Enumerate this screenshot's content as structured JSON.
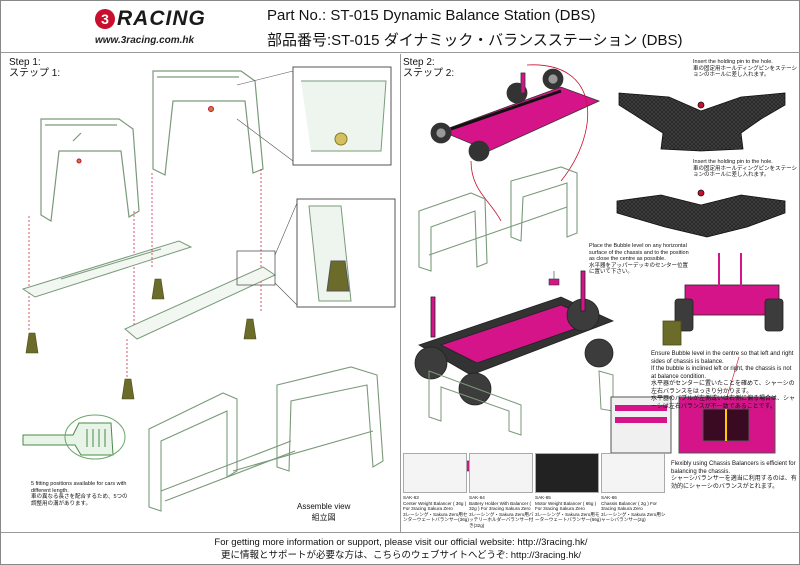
{
  "brand": {
    "name": "RACING",
    "badge": "3",
    "url": "www.3racing.com.hk"
  },
  "title": {
    "en": "Part No.: ST-015 Dynamic Balance Station (DBS)",
    "jp": "部品番号:ST-015 ダイナミック・バランスステーション (DBS)"
  },
  "step1": {
    "label_en": "Step 1:",
    "label_jp": "ステップ 1:",
    "fitting_note": "5 fitting positions available for cars with different length.",
    "fitting_note_jp": "車の異なる長さを配合するため、5つの調整用の溝があります。",
    "assemble_en": "Assemble view",
    "assemble_jp": "組立図"
  },
  "step2": {
    "label_en": "Step 2:",
    "label_jp": "ステップ 2:",
    "pin_note_1": "Insert the holding pin to the hole.",
    "pin_note_1_jp": "車の固定用ホールディングピンをステーションのホールに差し入れます。",
    "pin_note_2": "Insert the holding pin to the hole.",
    "pin_note_2_jp": "車の固定用ホールディングピンをステーションのホールに差し入れます。",
    "bubble_note": "Place the Bubble level on any horizontal surface of the chassis and to the position as close the centre as possible.",
    "bubble_note_jp": "水平器をアッパーデッキのセンター位置に置いて下さい。",
    "ensure_note": "Ensure Bubble level in the centre so that left and right sides of chassis is balance.",
    "ensure_note_2": "If the bubble is inclined left or right, the chassis is not at balance condition.",
    "ensure_note_jp": "水平器がセンターに置いたことを確めて、シャーシの左右バランスをはっきり分かります。",
    "ensure_note_jp_2": "水平器のバブルが左側或いは右側に偏る場合は、シャーシは左右バランスが不一致であることです。",
    "flex_note": "Flexibly using Chassis Balancers is efficient for balancing the chassis.",
    "flex_note_jp": "シャーシバランサーを適当に利用するのは、有効的にシャーシのバランスがとれます。"
  },
  "parts": [
    {
      "code": "SAK-63",
      "desc": "Center Weight Balancer ( 36g ) For 3racing Sakura Zero",
      "desc_jp": "3レーシング・Sakura Zero用センターウェートバランサー(36g)"
    },
    {
      "code": "SAK-64",
      "desc": "Battery Holder With Balancer ( 32g ) For 3racing Sakura Zero",
      "desc_jp": "3レーシング・Sakura Zero用バッテリーホルダーバランサー付き(32g)"
    },
    {
      "code": "SAK-65",
      "desc": "Motor Weight Balancer ( 66g ) For 3racing Sakura Zero",
      "desc_jp": "3レーシング・Sakura Zero用モーターウェートバランサー(66g)"
    },
    {
      "code": "SAK-66",
      "desc": "Chassis Balancer ( 2g ) For 3racing Sakura Zero",
      "desc_jp": "3レーシング・Sakura Zero用シャーシバランサー(2g)"
    }
  ],
  "footer": {
    "en": "For getting more information or support, please visit our official website: http://3racing.hk/",
    "jp": "更に情報とサポートが必要な方は、こちらのウェブサイトへどうぞ: http://3racing.hk/"
  },
  "colors": {
    "accent": "#c8102e",
    "pink": "#d6148a",
    "frame": "#9ab89a",
    "weight": "#6b6b2a"
  }
}
